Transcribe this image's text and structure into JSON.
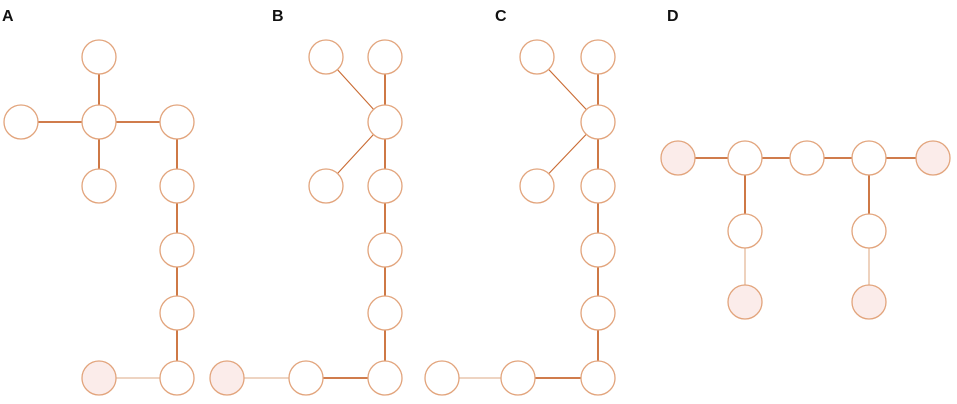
{
  "colors": {
    "node_stroke": "#e2a47c",
    "node_fill": "#ffffff",
    "node_fill_highlight": "#fbecea",
    "edge_dark": "#c96a32",
    "edge_light": "#e9c6ad",
    "label": "#111111"
  },
  "panels": [
    {
      "id": "A",
      "label": "A",
      "nodes": [
        {
          "id": "a1",
          "highlight": false
        },
        {
          "id": "a2",
          "highlight": false
        },
        {
          "id": "a3",
          "highlight": false
        },
        {
          "id": "a4",
          "highlight": false
        },
        {
          "id": "a5",
          "highlight": false
        },
        {
          "id": "a6",
          "highlight": false
        },
        {
          "id": "a7",
          "highlight": false
        },
        {
          "id": "a8",
          "highlight": false
        },
        {
          "id": "a9",
          "highlight": false
        },
        {
          "id": "a10",
          "highlight": true
        }
      ],
      "edges": [
        {
          "from": "a1",
          "to": "a3",
          "style": "dark"
        },
        {
          "from": "a2",
          "to": "a3",
          "style": "dark"
        },
        {
          "from": "a3",
          "to": "a4",
          "style": "dark"
        },
        {
          "from": "a3",
          "to": "a5",
          "style": "dark"
        },
        {
          "from": "a4",
          "to": "a6",
          "style": "dark"
        },
        {
          "from": "a6",
          "to": "a7",
          "style": "dark"
        },
        {
          "from": "a7",
          "to": "a8",
          "style": "dark"
        },
        {
          "from": "a8",
          "to": "a9",
          "style": "dark"
        },
        {
          "from": "a10",
          "to": "a9",
          "style": "light"
        }
      ]
    },
    {
      "id": "B",
      "label": "B",
      "nodes": [
        {
          "id": "b1",
          "highlight": false
        },
        {
          "id": "b2",
          "highlight": false
        },
        {
          "id": "b3",
          "highlight": false
        },
        {
          "id": "b4",
          "highlight": false
        },
        {
          "id": "b5",
          "highlight": false
        },
        {
          "id": "b6",
          "highlight": false
        },
        {
          "id": "b7",
          "highlight": false
        },
        {
          "id": "b8",
          "highlight": false
        },
        {
          "id": "b9",
          "highlight": false
        },
        {
          "id": "b10",
          "highlight": true
        }
      ],
      "edges": [
        {
          "from": "b1",
          "to": "b3",
          "style": "medium"
        },
        {
          "from": "b2",
          "to": "b3",
          "style": "dark"
        },
        {
          "from": "b4",
          "to": "b3",
          "style": "medium"
        },
        {
          "from": "b3",
          "to": "b5",
          "style": "dark"
        },
        {
          "from": "b5",
          "to": "b6",
          "style": "dark"
        },
        {
          "from": "b6",
          "to": "b7",
          "style": "dark"
        },
        {
          "from": "b7",
          "to": "b8",
          "style": "dark"
        },
        {
          "from": "b9",
          "to": "b8",
          "style": "dark"
        },
        {
          "from": "b10",
          "to": "b9",
          "style": "light"
        }
      ]
    },
    {
      "id": "C",
      "label": "C",
      "nodes": [
        {
          "id": "c1",
          "highlight": false
        },
        {
          "id": "c2",
          "highlight": false
        },
        {
          "id": "c3",
          "highlight": false
        },
        {
          "id": "c4",
          "highlight": false
        },
        {
          "id": "c5",
          "highlight": false
        },
        {
          "id": "c6",
          "highlight": false
        },
        {
          "id": "c7",
          "highlight": false
        },
        {
          "id": "c8",
          "highlight": false
        },
        {
          "id": "c9",
          "highlight": false
        },
        {
          "id": "c10",
          "highlight": false
        }
      ],
      "edges": [
        {
          "from": "c1",
          "to": "c3",
          "style": "medium"
        },
        {
          "from": "c2",
          "to": "c3",
          "style": "dark"
        },
        {
          "from": "c4",
          "to": "c3",
          "style": "medium"
        },
        {
          "from": "c3",
          "to": "c5",
          "style": "dark"
        },
        {
          "from": "c5",
          "to": "c6",
          "style": "dark"
        },
        {
          "from": "c6",
          "to": "c7",
          "style": "dark"
        },
        {
          "from": "c7",
          "to": "c8",
          "style": "dark"
        },
        {
          "from": "c9",
          "to": "c8",
          "style": "dark"
        },
        {
          "from": "c10",
          "to": "c9",
          "style": "light"
        }
      ]
    },
    {
      "id": "D",
      "label": "D",
      "nodes": [
        {
          "id": "d1",
          "highlight": true
        },
        {
          "id": "d2",
          "highlight": false
        },
        {
          "id": "d3",
          "highlight": false
        },
        {
          "id": "d4",
          "highlight": false
        },
        {
          "id": "d5",
          "highlight": true
        },
        {
          "id": "d6",
          "highlight": false
        },
        {
          "id": "d7",
          "highlight": true
        },
        {
          "id": "d8",
          "highlight": false
        },
        {
          "id": "d9",
          "highlight": true
        }
      ],
      "edges": [
        {
          "from": "d1",
          "to": "d2",
          "style": "dark"
        },
        {
          "from": "d2",
          "to": "d3",
          "style": "dark"
        },
        {
          "from": "d3",
          "to": "d4",
          "style": "dark"
        },
        {
          "from": "d4",
          "to": "d5",
          "style": "dark"
        },
        {
          "from": "d2",
          "to": "d6",
          "style": "dark"
        },
        {
          "from": "d6",
          "to": "d7",
          "style": "light"
        },
        {
          "from": "d4",
          "to": "d8",
          "style": "dark"
        },
        {
          "from": "d8",
          "to": "d9",
          "style": "light"
        }
      ]
    }
  ]
}
